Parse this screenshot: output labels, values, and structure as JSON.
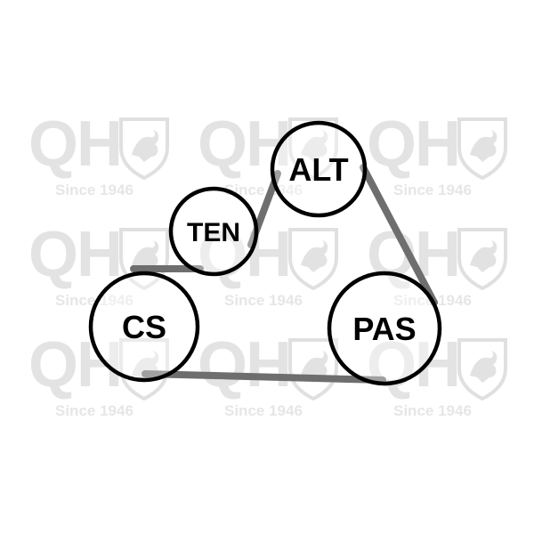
{
  "watermark": {
    "brand": "QH",
    "since": "Since 1946"
  },
  "pulleys": [
    {
      "id": "alt",
      "label": "ALT"
    },
    {
      "id": "ten",
      "label": "TEN"
    },
    {
      "id": "cs",
      "label": "CS"
    },
    {
      "id": "pas",
      "label": "PAS"
    }
  ],
  "colors": {
    "belt": "#6e6e6e",
    "pulley_stroke": "#000000",
    "watermark": "#e3e3e3"
  }
}
